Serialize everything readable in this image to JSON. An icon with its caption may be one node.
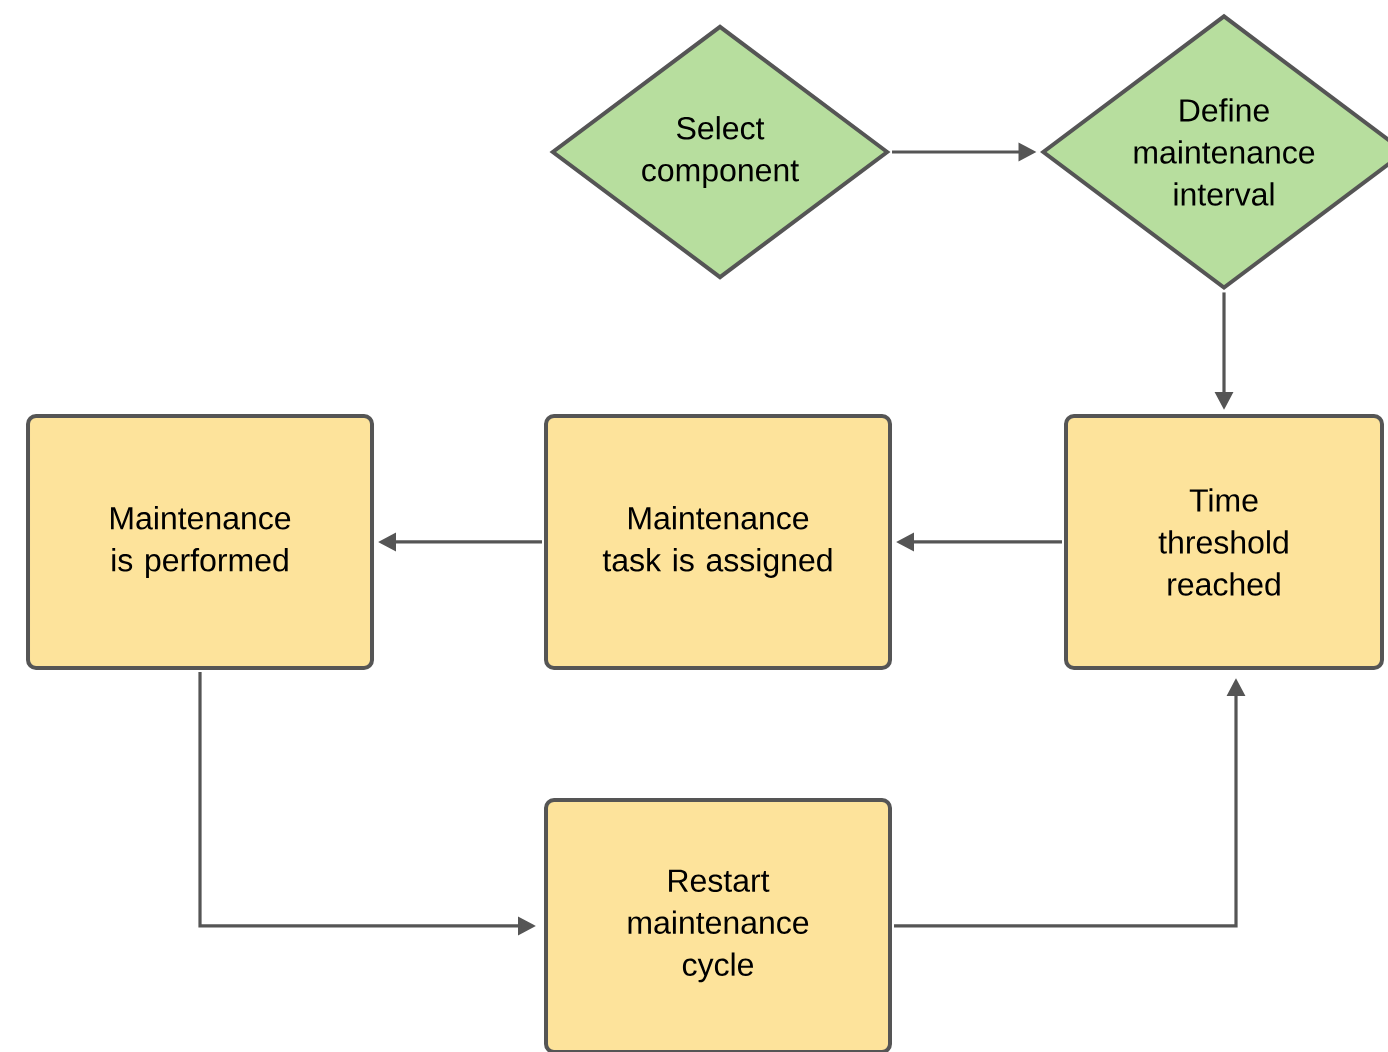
{
  "diagram": {
    "nodes": [
      {
        "text": [
          "Select component"
        ]
      },
      {
        "text": [
          "Define maintenance interval"
        ]
      },
      {
        "text": [
          "Time threshold reached"
        ]
      },
      {
        "text": [
          "Maintenance task is assigned"
        ]
      },
      {
        "text": [
          "Maintenance is performed"
        ]
      },
      {
        "text": [
          "Restart maintenance cycle"
        ]
      }
    ],
    "edges": [
      {
        "from": 0,
        "to": 1,
        "arrow": "to"
      },
      {
        "from": 1,
        "to": 2,
        "arrow": "to"
      },
      {
        "from": 2,
        "to": 3,
        "arrow": "to"
      },
      {
        "from": 3,
        "to": 4,
        "arrow": "to"
      },
      {
        "from": 4,
        "to": 5,
        "arrow": "to"
      },
      {
        "from": 5,
        "to": 2,
        "arrow": "to"
      }
    ]
  }
}
